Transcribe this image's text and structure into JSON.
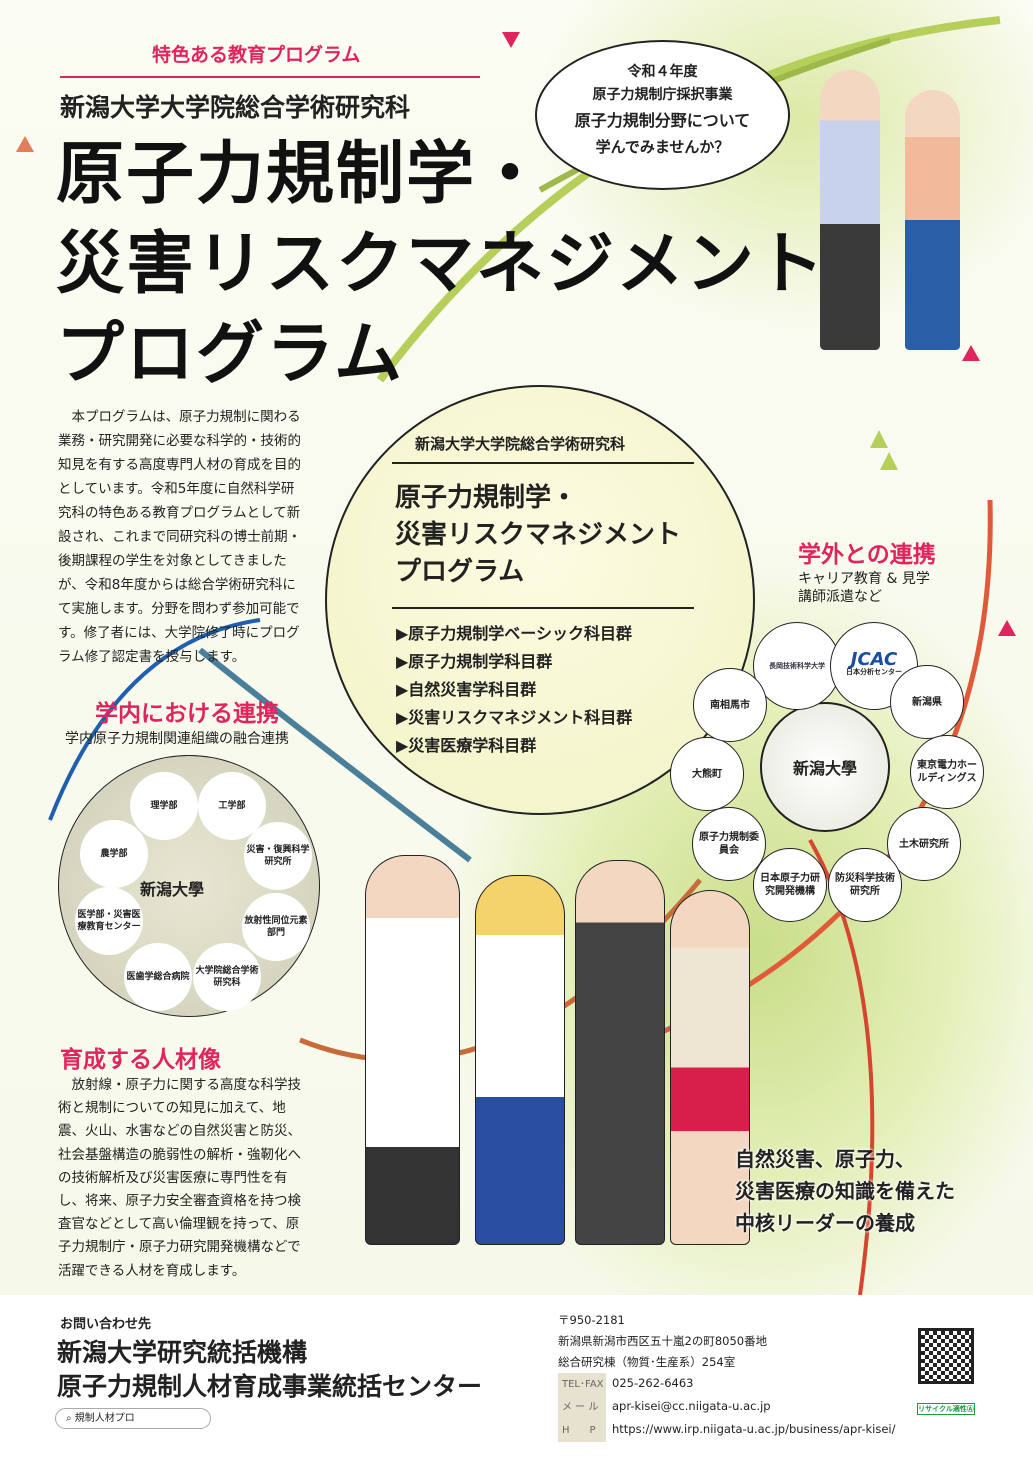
{
  "header": {
    "tagline": "特色ある教育プログラム",
    "school": "新潟大学大学院総合学術研究科",
    "title_lines": [
      "原子力規制学・",
      "災害リスクマネジメント",
      "プログラム"
    ]
  },
  "bubble": {
    "lines": [
      "令和４年度",
      "原子力規制庁採択事業",
      "原子力規制分野について",
      "学んでみませんか？"
    ]
  },
  "intro": "本プログラムは、原子力規制に関わる業務・研究開発に必要な科学的・技術的知見を有する高度専門人材の育成を目的としています。令和5年度に自然科学研究科の特色ある教育プログラムとして新設され、これまで同研究科の博士前期・後期課程の学生を対象としてきましたが、令和8年度からは総合学術研究科にて実施します。分野を問わず参加可能です。修了者には、大学院修了時にプログラム修了認定書を授与します。",
  "center": {
    "school": "新潟大学大学院総合学術研究科",
    "title_lines": [
      "原子力規制学・",
      "災害リスクマネジメント",
      "プログラム"
    ],
    "courses": [
      "▶原子力規制学ベーシック科目群",
      "▶原子力規制学科目群",
      "▶自然災害学科目群",
      "▶災害リスクマネジメント科目群",
      "▶災害医療学科目群"
    ]
  },
  "external": {
    "title": "学外との連携",
    "sub": [
      "キャリア教育 & 見学",
      "講師派遣など"
    ],
    "hub": "新潟大學",
    "partners": [
      "長岡技術科学大学",
      "日本分析センター",
      "新潟県",
      "東京電力ホールディングス",
      "土木研究所",
      "防災科学技術研究所",
      "日本原子力研究開発機構",
      "原子力規制委員会",
      "大熊町",
      "南相馬市"
    ],
    "jcac_logo": "JCAC"
  },
  "internal": {
    "title": "学内における連携",
    "sub": "学内原子力規制関連組織の融合連携",
    "hub": "新潟大學",
    "units": [
      "理学部",
      "工学部",
      "災害・復興科学研究所",
      "放射性同位元素部門",
      "大学院総合学術研究科",
      "医歯学総合病院",
      "医学部・災害医療教育センター",
      "農学部"
    ]
  },
  "talent": {
    "title": "育成する人材像",
    "text": "放射線・原子力に関する高度な科学技術と規制についての知見に加えて、地震、火山、水害などの自然災害と防災、社会基盤構造の脆弱性の解析・強靭化への技術解析及び災害医療に専門性を有し、将来、原子力安全審査資格を持つ検査官などとして高い倫理観を持って、原子力規制庁・原子力研究開発機構などで活躍できる人材を育成します。"
  },
  "slogan": [
    "自然災害、原子力、",
    "災害医療の知識を備えた",
    "中核リーダーの養成"
  ],
  "footer": {
    "contact_label": "お問い合わせ先",
    "org1": "新潟大学研究統括機構",
    "org2": "原子力規制人材育成事業統括センター",
    "search": "規制人材プロ",
    "postal": "〒950-2181",
    "address1": "新潟県新潟市西区五十嵐2の町8050番地",
    "address2": "総合研究棟（物質･生産系）254室",
    "tel_label": "TEL･FAX",
    "tel": "025-262-6463",
    "mail_label": "メ ー ル",
    "mail": "apr-kisei@cc.niigata-u.ac.jp",
    "hp_label": "H　　P",
    "hp": "https://www.irp.niigata-u.ac.jp/business/apr-kisei/",
    "recycle": "リサイクル適性Ⓐ"
  },
  "colors": {
    "accent": "#e0245e",
    "green": "#b5cf5a"
  }
}
